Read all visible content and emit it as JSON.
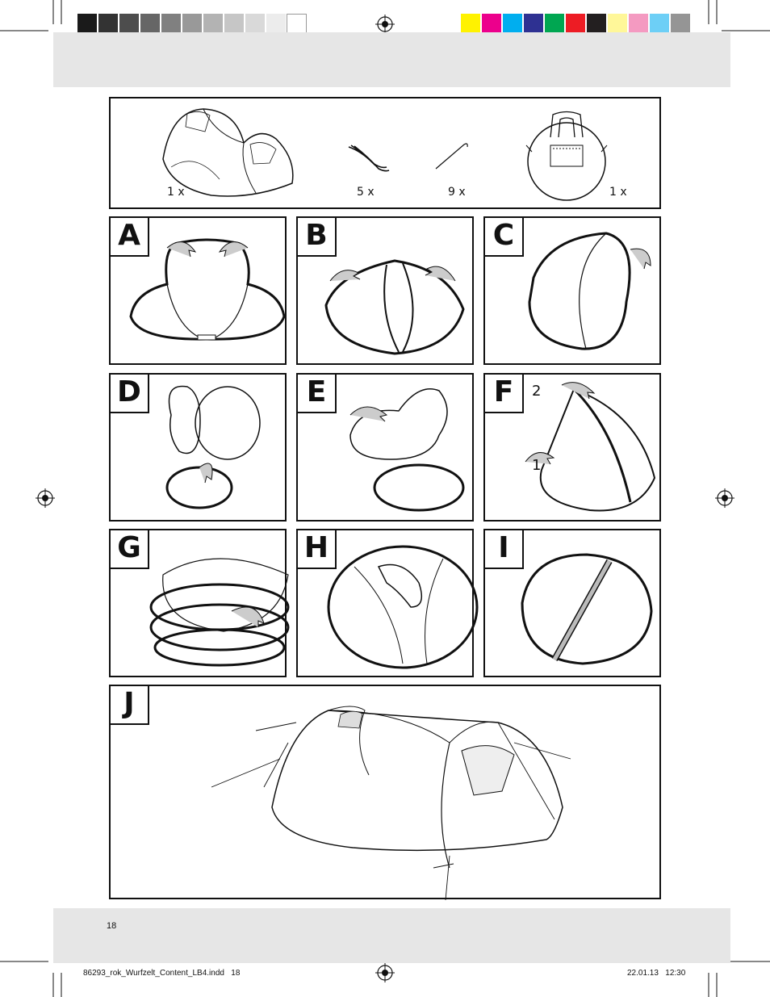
{
  "color_bar": {
    "grays": [
      "#1a1a1a",
      "#333333",
      "#4d4d4d",
      "#666666",
      "#808080",
      "#999999",
      "#b3b3b3",
      "#c6c6c6",
      "#d9d9d9",
      "#ececec",
      "#ffffff"
    ],
    "colors": [
      "#fff200",
      "#ec008c",
      "#00aeef",
      "#2e3192",
      "#00a651",
      "#ed1c24",
      "#231f20",
      "#fff799",
      "#f49ac1",
      "#6dcff6",
      "#959595"
    ]
  },
  "contents": {
    "items": [
      {
        "icon": "tent-icon",
        "qty": "1 x"
      },
      {
        "icon": "guy-rope-icon",
        "qty": "5 x"
      },
      {
        "icon": "tent-peg-icon",
        "qty": "9 x"
      },
      {
        "icon": "carry-bag-icon",
        "qty": "1 x"
      }
    ]
  },
  "steps": {
    "a": "A",
    "b": "B",
    "c": "C",
    "d": "D",
    "e": "E",
    "f": "F",
    "g": "G",
    "h": "H",
    "i": "I",
    "j": "J"
  },
  "step_f_labels": {
    "one": "1",
    "two": "2"
  },
  "footer": {
    "page_number": "18",
    "file_name": "86293_rok_Wurfzelt_Content_LB4.indd   18",
    "date_time": "22.01.13   12:30"
  }
}
